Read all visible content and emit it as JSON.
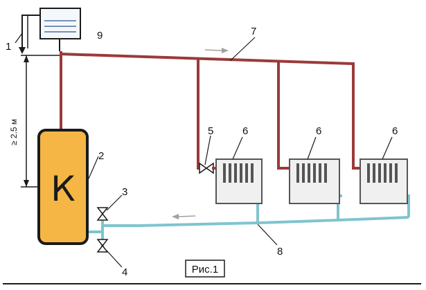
{
  "diagram": {
    "boiler_letter": "К",
    "height_label": "≥ 2.5 м",
    "caption": "Рис.1",
    "callouts": [
      "1",
      "2",
      "3",
      "4",
      "5",
      "6",
      "6",
      "6",
      "7",
      "8",
      "9"
    ],
    "colors": {
      "supply_pipe": "#9b3a3a",
      "return_pipe": "#7fc4cf",
      "boiler_fill": "#f5b646",
      "outline": "#1a1a1a",
      "radiator_fill": "#f0f0f0"
    }
  }
}
